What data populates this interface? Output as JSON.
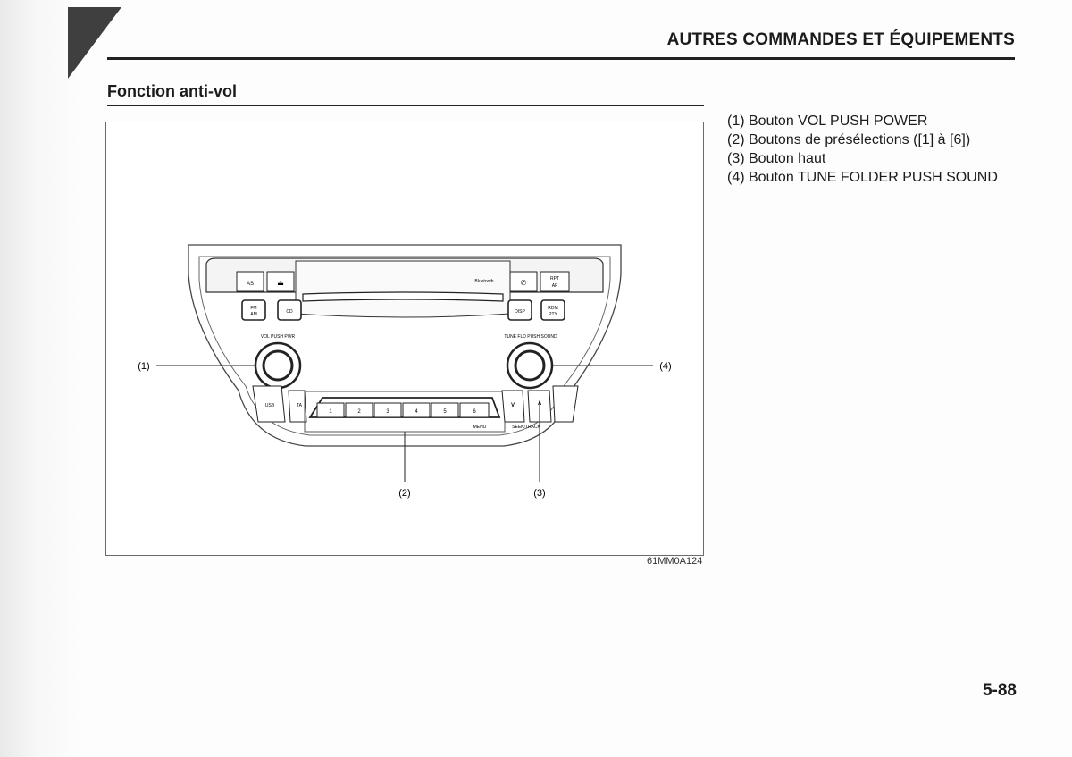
{
  "header": {
    "chapter_title": "AUTRES COMMANDES ET ÉQUIPEMENTS"
  },
  "section": {
    "title": "Fonction anti-vol"
  },
  "figure": {
    "code": "61MM0A124",
    "buttons": {
      "as": "AS",
      "bluetooth": "Bluetooth",
      "rpt": "RPT",
      "af": "AF",
      "fm": "FM",
      "am": "AM",
      "cd": "CD",
      "disp": "DISP",
      "rdm": "RDM",
      "pty": "PTY",
      "vol_label": "VOL PUSH PWR",
      "tune_label": "TUNE FLD PUSH SOUND",
      "usb": "USB",
      "ta": "TA",
      "preset_1": "1",
      "preset_2": "2",
      "preset_3": "3",
      "preset_4": "4",
      "preset_5": "5",
      "preset_6": "6",
      "menu": "MENU",
      "seek_track": "SEEK/TRACK"
    },
    "callouts": {
      "c1": "(1)",
      "c2": "(2)",
      "c3": "(3)",
      "c4": "(4)"
    }
  },
  "legend": [
    "(1) Bouton VOL PUSH POWER",
    "(2) Boutons de présélections ([1] à [6])",
    "(3) Bouton haut",
    "(4) Bouton TUNE FOLDER PUSH SOUND"
  ],
  "footer": {
    "page_number": "5-88"
  }
}
